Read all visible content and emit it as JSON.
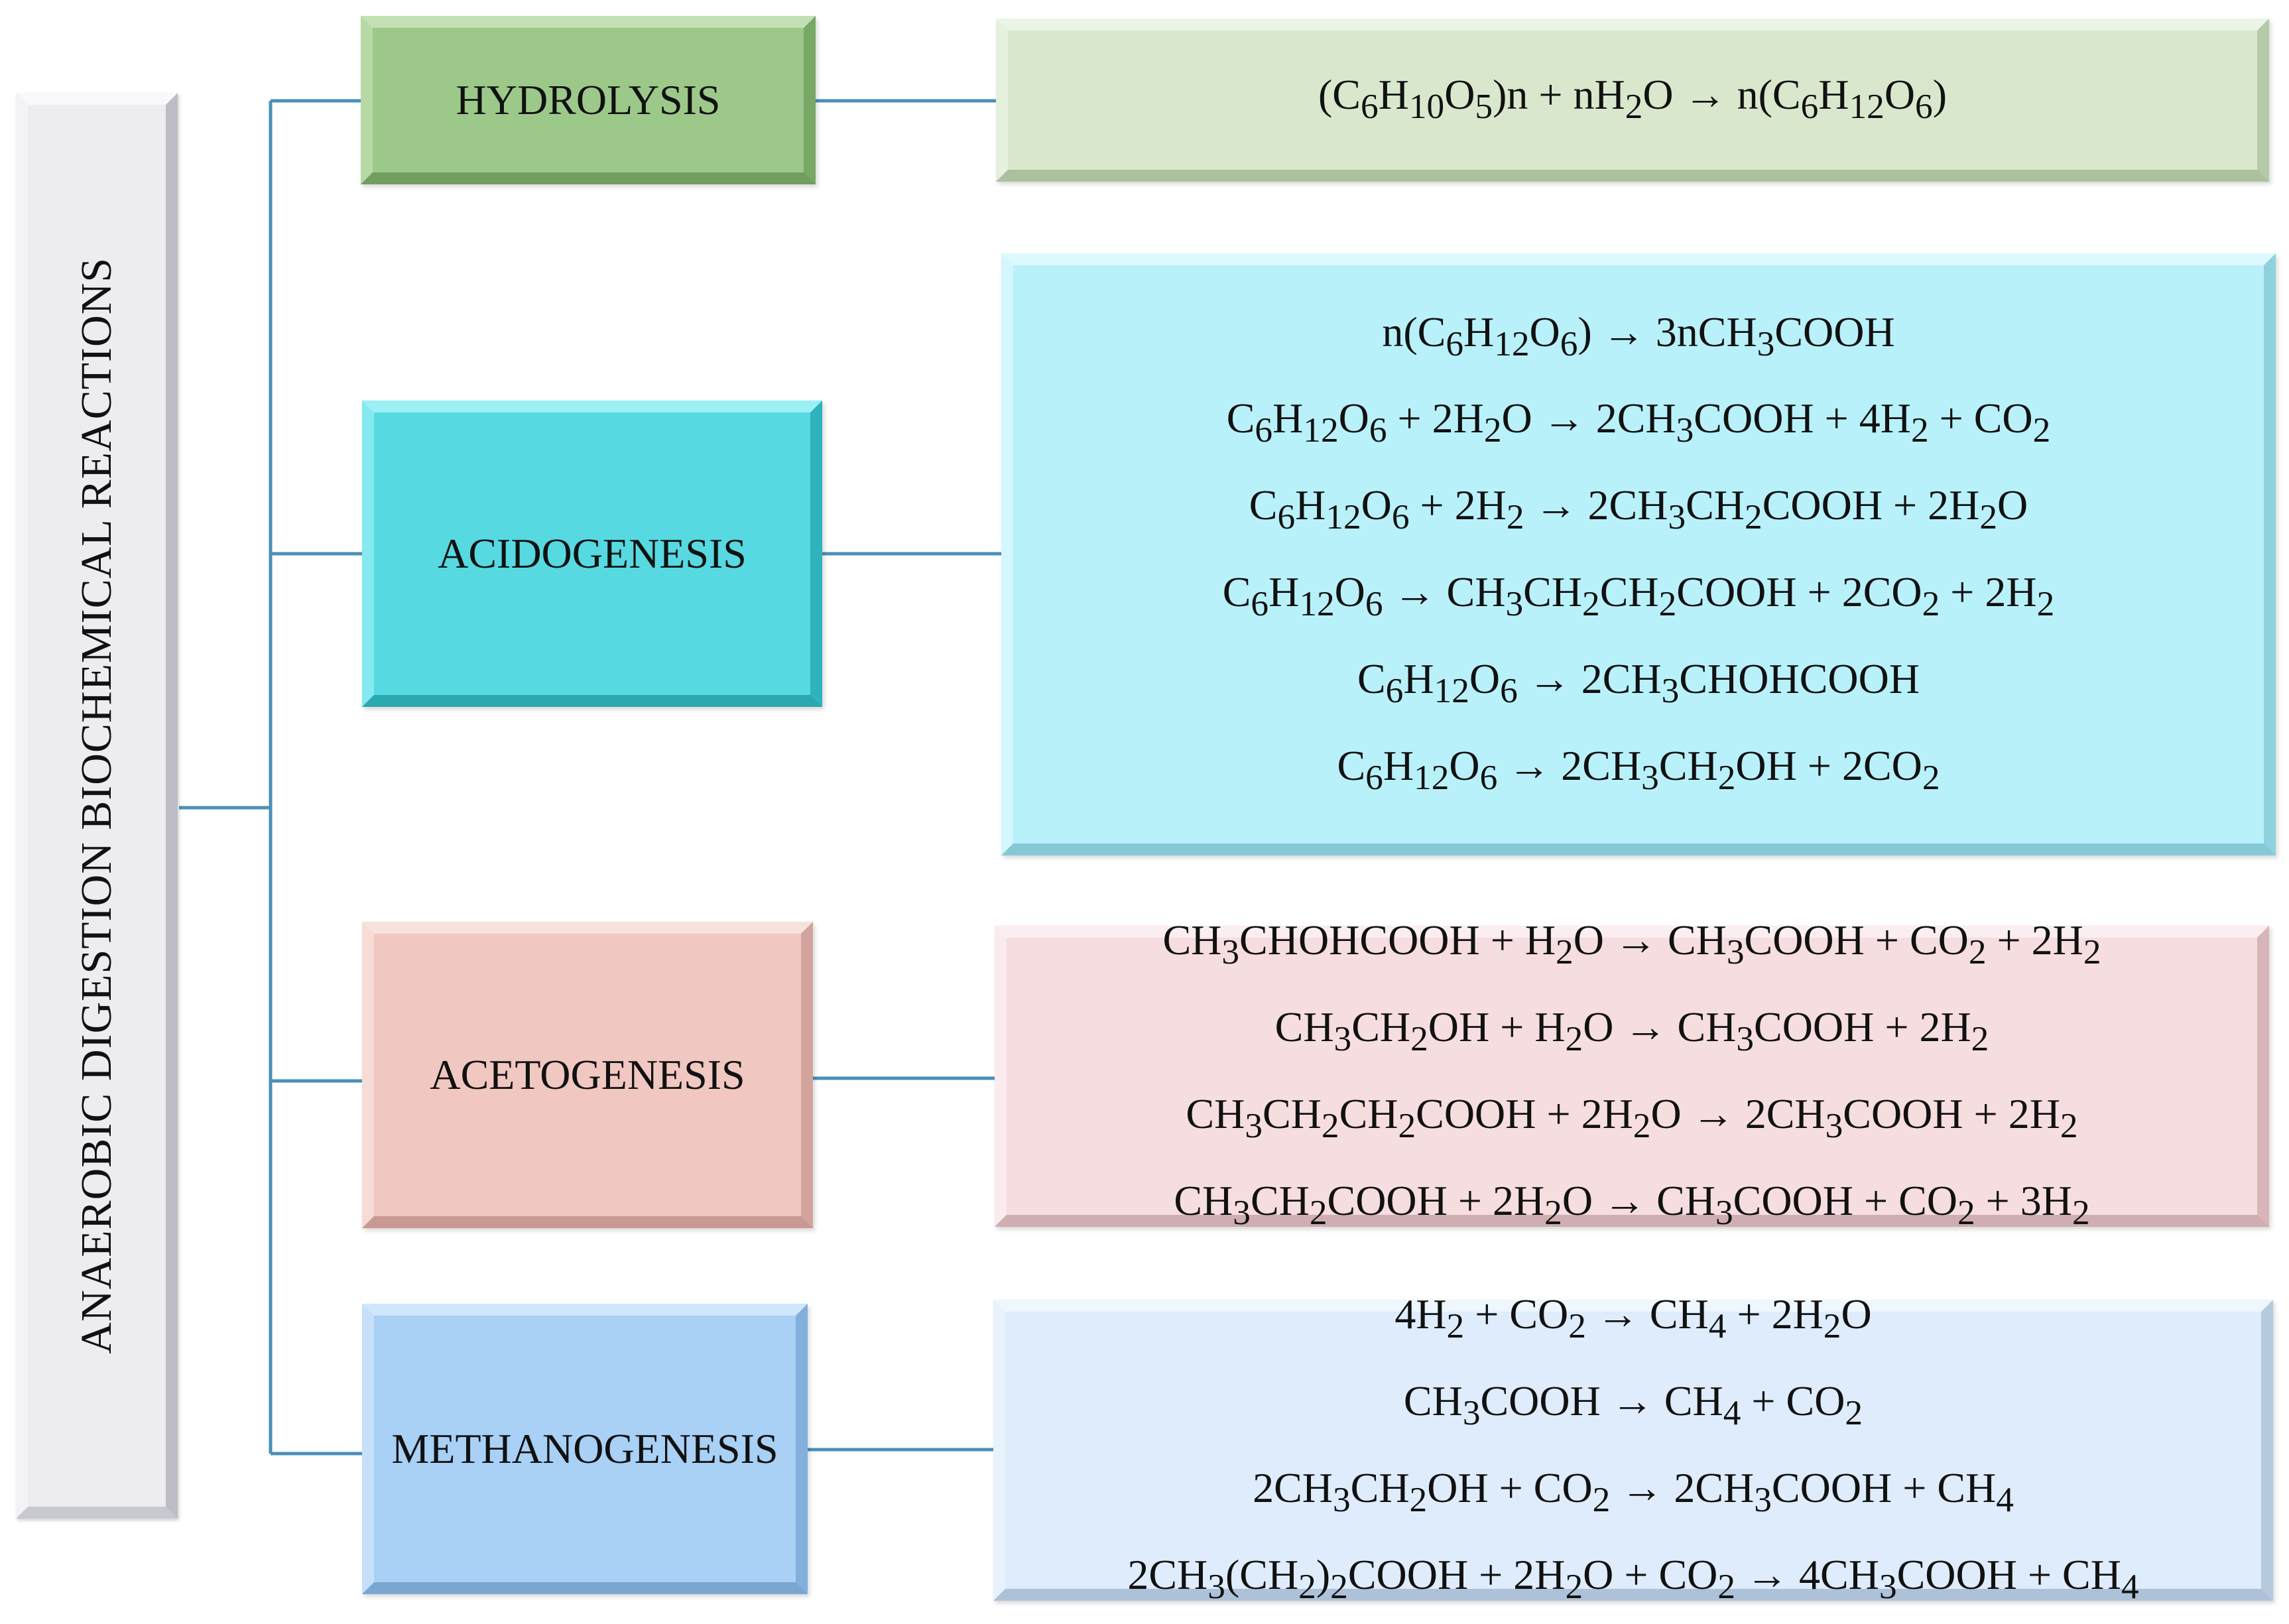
{
  "title": "ANAEROBIC DIGESTION BIOCHEMICAL REACTIONS",
  "colors": {
    "connector": "#4a90b8",
    "hydrolysis": "#9cc98a",
    "acidogenesis": "#56d9e1",
    "acetogenesis": "#f0c7c1",
    "methanogenesis": "#a9d0f5"
  },
  "stages": [
    {
      "label": "HYDROLYSIS",
      "reactions": [
        "(C<sub>6</sub>H<sub>10</sub>O<sub>5</sub>)n + nH<sub>2</sub>O → n(C<sub>6</sub>H<sub>12</sub>O<sub>6</sub>)"
      ]
    },
    {
      "label": "ACIDOGENESIS",
      "reactions": [
        "n(C<sub>6</sub>H<sub>12</sub>O<sub>6</sub>) → 3nCH<sub>3</sub>COOH",
        "C<sub>6</sub>H<sub>12</sub>O<sub>6</sub> + 2H<sub>2</sub>O → 2CH<sub>3</sub>COOH + 4H<sub>2</sub> + CO<sub>2</sub>",
        "C<sub>6</sub>H<sub>12</sub>O<sub>6</sub> + 2H<sub>2</sub> → 2CH<sub>3</sub>CH<sub>2</sub>COOH + 2H<sub>2</sub>O",
        "C<sub>6</sub>H<sub>12</sub>O<sub>6</sub> → CH<sub>3</sub>CH<sub>2</sub>CH<sub>2</sub>COOH + 2CO<sub>2</sub> + 2H<sub>2</sub>",
        "C<sub>6</sub>H<sub>12</sub>O<sub>6</sub> → 2CH<sub>3</sub>CHOHCOOH",
        "C<sub>6</sub>H<sub>12</sub>O<sub>6</sub> → 2CH<sub>3</sub>CH<sub>2</sub>OH + 2CO<sub>2</sub>"
      ]
    },
    {
      "label": "ACETOGENESIS",
      "reactions": [
        "CH<sub>3</sub>CHOHCOOH + H<sub>2</sub>O → CH<sub>3</sub>COOH + CO<sub>2</sub> + 2H<sub>2</sub>",
        "CH<sub>3</sub>CH<sub>2</sub>OH + H<sub>2</sub>O → CH<sub>3</sub>COOH + 2H<sub>2</sub>",
        "CH<sub>3</sub>CH<sub>2</sub>CH<sub>2</sub>COOH + 2H<sub>2</sub>O → 2CH<sub>3</sub>COOH + 2H<sub>2</sub>",
        "CH<sub>3</sub>CH<sub>2</sub>COOH + 2H<sub>2</sub>O → CH<sub>3</sub>COOH + CO<sub>2</sub> + 3H<sub>2</sub>"
      ]
    },
    {
      "label": "METHANOGENESIS",
      "reactions": [
        "4H<sub>2</sub> + CO<sub>2</sub> → CH<sub>4</sub> + 2H<sub>2</sub>O",
        "CH<sub>3</sub>COOH → CH<sub>4</sub> + CO<sub>2</sub>",
        "2CH<sub>3</sub>CH<sub>2</sub>OH + CO<sub>2</sub> → 2CH<sub>3</sub>COOH + CH<sub>4</sub>",
        "2CH<sub>3</sub>(CH<sub>2</sub>)<sub>2</sub>COOH + 2H<sub>2</sub>O + CO<sub>2</sub> → 4CH<sub>3</sub>COOH + CH<sub>4</sub>"
      ]
    }
  ]
}
